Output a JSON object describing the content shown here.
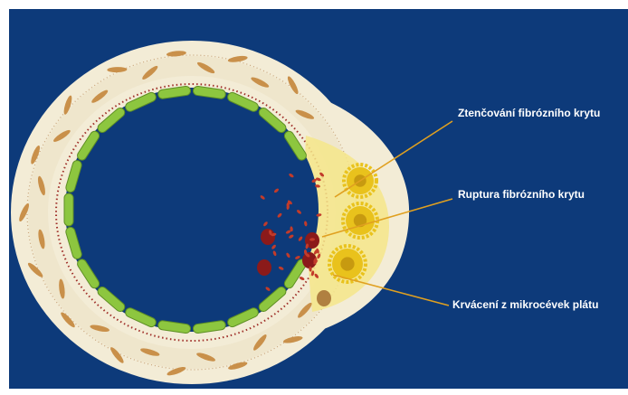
{
  "diagram": {
    "background_color": "#0d3a7a",
    "labels": [
      "Ztenčování fibrózního krytu",
      "Ruptura fibrózního krytu",
      "Krvácení z mikrocévek plátu"
    ],
    "colors": {
      "vessel_wall": "#f3ecd6",
      "endothelium": "#8dc63f",
      "plaque": "#f4e68a",
      "macrophage": "#e9c21c",
      "red_blood_cell": "#8b1a1a",
      "platelet": "#c23b2a",
      "smooth_muscle": "#c9904a",
      "leader_line": "#e0a020"
    }
  }
}
